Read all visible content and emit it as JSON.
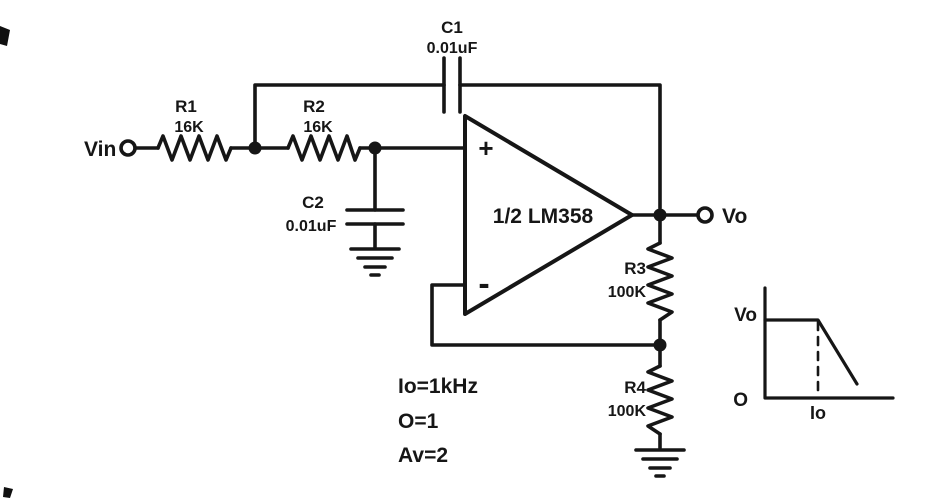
{
  "diagram": {
    "input_label": "Vin",
    "output_label": "Vo",
    "opamp": {
      "label": "1/2 LM358",
      "plus": "+",
      "minus": "-"
    },
    "components": {
      "r1": {
        "name": "R1",
        "value": "16K"
      },
      "r2": {
        "name": "R2",
        "value": "16K"
      },
      "r3": {
        "name": "R3",
        "value": "100K"
      },
      "r4": {
        "name": "R4",
        "value": "100K"
      },
      "c1": {
        "name": "C1",
        "value": "0.01uF"
      },
      "c2": {
        "name": "C2",
        "value": "0.01uF"
      }
    },
    "annotations": [
      "Io=1kHz",
      "O=1",
      "Av=2"
    ],
    "response_graph": {
      "y_label": "Vo",
      "origin_label": "O",
      "x_tick_label": "Io"
    }
  },
  "colors": {
    "ink": "#161616",
    "background": "#ffffff"
  }
}
